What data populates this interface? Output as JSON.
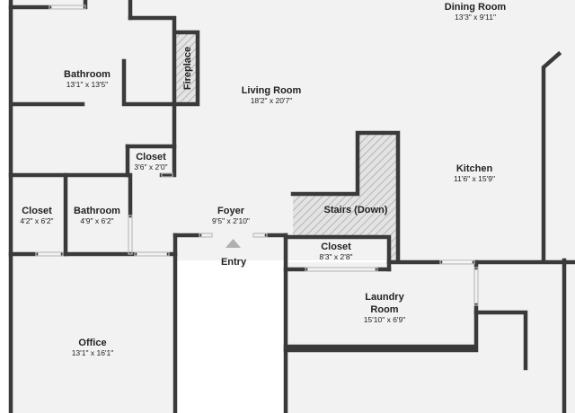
{
  "colors": {
    "floor": "#f2f2f2",
    "wall": "#3a3a3a",
    "hatch": "#a9a9a9",
    "text": "#222222"
  },
  "rooms": {
    "dining_room": {
      "name": "Dining Room",
      "dims": "13'3\" x 9'11\""
    },
    "bathroom_main": {
      "name": "Bathroom",
      "dims": "13'1\" x 13'5\""
    },
    "fireplace": {
      "name": "Fireplace"
    },
    "living_room": {
      "name": "Living Room",
      "dims": "18'2\" x 20'7\""
    },
    "closet_hall": {
      "name": "Closet",
      "dims": "3'6\" x 2'0\""
    },
    "kitchen": {
      "name": "Kitchen",
      "dims": "11'6\" x 15'9\""
    },
    "closet_left": {
      "name": "Closet",
      "dims": "4'2\" x 6'2\""
    },
    "bathroom_small": {
      "name": "Bathroom",
      "dims": "4'9\" x 6'2\""
    },
    "foyer": {
      "name": "Foyer",
      "dims": "9'5\" x 2'10\""
    },
    "stairs": {
      "name": "Stairs (Down)"
    },
    "closet_foyer": {
      "name": "Closet",
      "dims": "8'3\" x 2'8\""
    },
    "entry": {
      "name": "Entry"
    },
    "laundry_room": {
      "name_line1": "Laundry",
      "name_line2": "Room",
      "dims": "15'10\" x 6'9\""
    },
    "office": {
      "name": "Office",
      "dims": "13'1\" x 16'1\""
    }
  }
}
